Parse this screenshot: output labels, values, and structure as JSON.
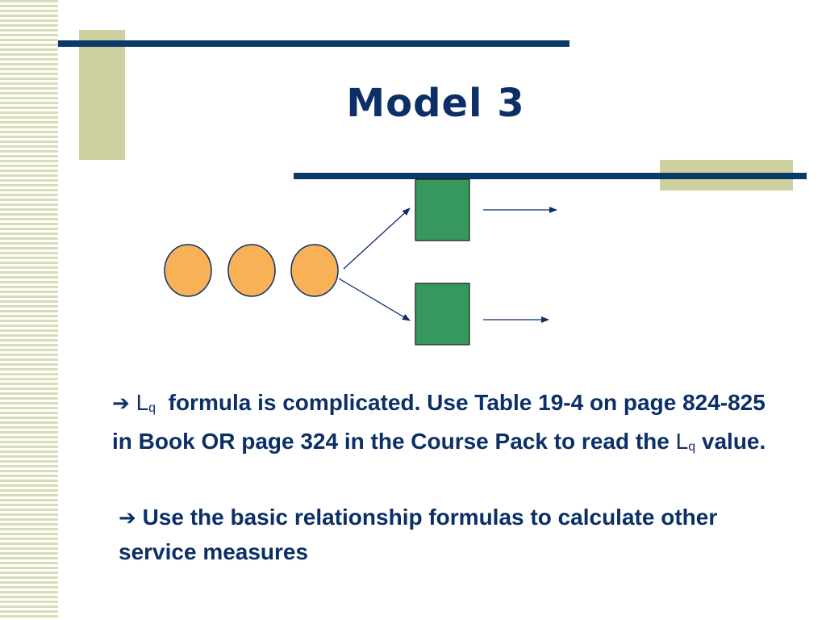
{
  "slide": {
    "title": "Model 3"
  },
  "diagram": {
    "customer_count": 3,
    "server_count": 2,
    "colors": {
      "customer_fill": "#f9b158",
      "server_fill": "#36985f",
      "line": "#0b2f66"
    }
  },
  "bullets": [
    {
      "arrow": "➔",
      "symbol_main": "L",
      "symbol_sub": "q",
      "text_a": "formula is complicated. Use Table 19-4 on page 824-825 in Book OR page 324 in the Course Pack to read the",
      "symbol2_main": "L",
      "symbol2_sub": "q",
      "text_b": "value."
    },
    {
      "arrow": "➔",
      "text": "Use the basic relationship formulas to calculate other service measures"
    }
  ]
}
